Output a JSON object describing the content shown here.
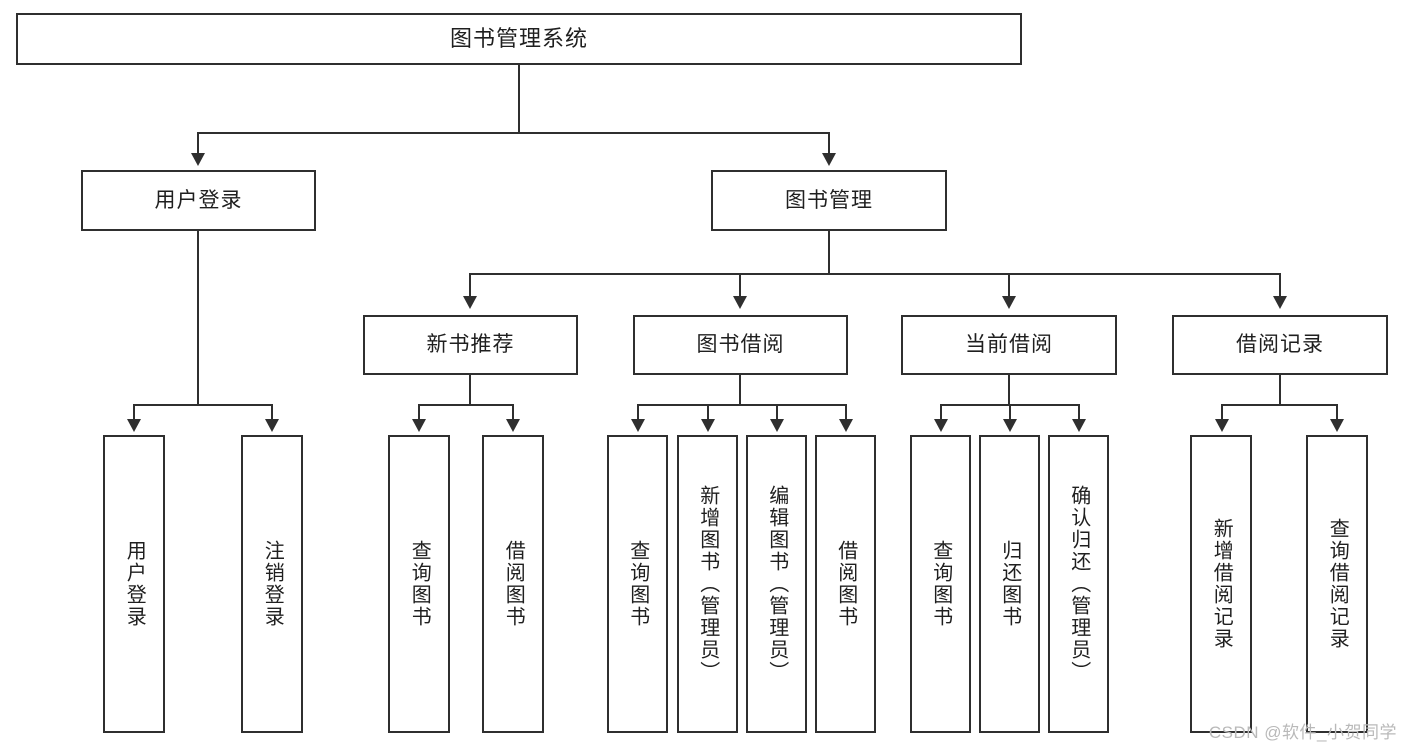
{
  "diagram": {
    "type": "tree",
    "orientation": "top-down",
    "title": "图书管理系统",
    "root": {
      "label": "图书管理系统"
    },
    "level2": [
      {
        "label": "用户登录"
      },
      {
        "label": "图书管理"
      }
    ],
    "level3": [
      {
        "label": "新书推荐"
      },
      {
        "label": "图书借阅"
      },
      {
        "label": "当前借阅"
      },
      {
        "label": "借阅记录"
      }
    ],
    "leaves": {
      "user_login": [
        {
          "label": "用户登录"
        },
        {
          "label": "注销登录"
        }
      ],
      "new_book_recommend": [
        {
          "label": "查询图书"
        },
        {
          "label": "借阅图书"
        }
      ],
      "book_borrow": [
        {
          "label": "查询图书"
        },
        {
          "label": "新增图书（管理员）"
        },
        {
          "label": "编辑图书（管理员）"
        },
        {
          "label": "借阅图书"
        }
      ],
      "current_borrow": [
        {
          "label": "查询图书"
        },
        {
          "label": "归还图书"
        },
        {
          "label": "确认归还（管理员）"
        }
      ],
      "borrow_record": [
        {
          "label": "新增借阅记录"
        },
        {
          "label": "查询借阅记录"
        }
      ]
    }
  },
  "watermark": {
    "text": "CSDN @软件_小贺同学"
  },
  "colors": {
    "box_border": "#2f2f2f",
    "box_fill": "#ffffff",
    "text": "#1f1f1f",
    "connector": "#2f2f2f",
    "watermark": "#b9b9b9",
    "background": "#ffffff"
  }
}
